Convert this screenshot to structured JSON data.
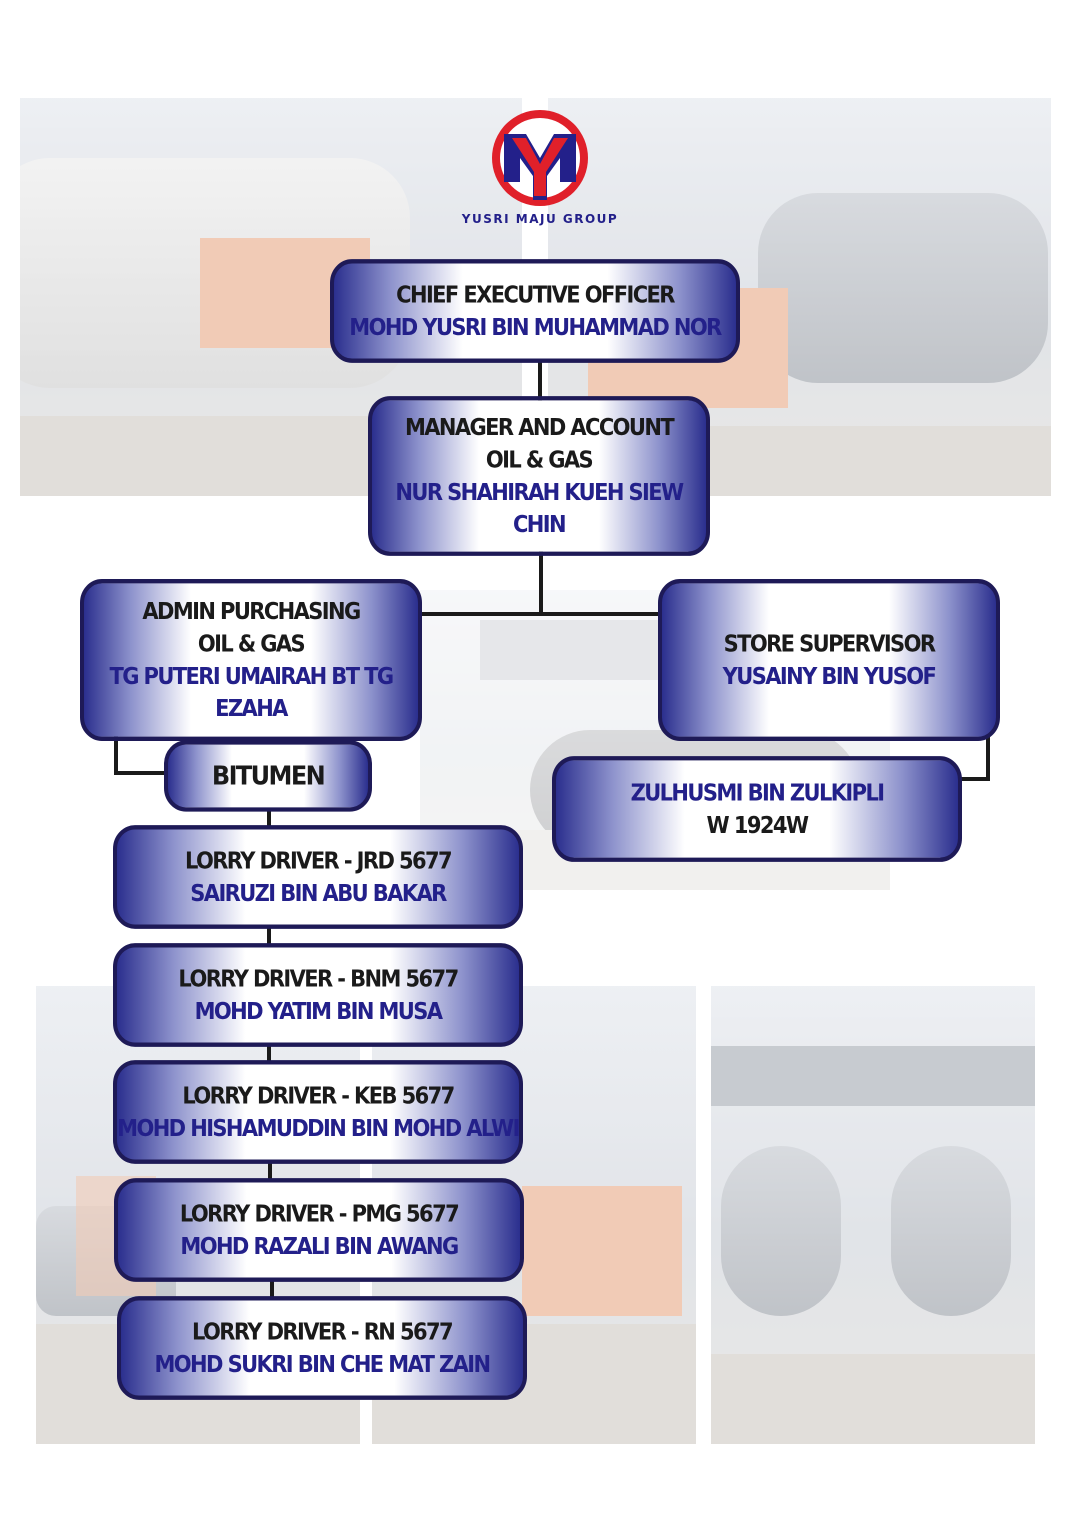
{
  "logo": {
    "text": "YUSRI MAJU GROUP",
    "colors": {
      "circle": "#e0202a",
      "mark": "#23208a"
    }
  },
  "colors": {
    "box_border": "#1e1a57",
    "title_text": "#1a1a1a",
    "name_text": "#23208a",
    "connector": "#1a1a1a"
  },
  "nodes": {
    "ceo": {
      "title": "CHIEF EXECUTIVE OFFICER",
      "name": "MOHD YUSRI BIN MUHAMMAD NOR"
    },
    "manager": {
      "title": "MANAGER AND ACCOUNT",
      "subtitle": "OIL & GAS",
      "name": "NUR SHAHIRAH KUEH SIEW CHIN"
    },
    "admin": {
      "title": "ADMIN PURCHASING",
      "subtitle": "OIL & GAS",
      "name": "TG PUTERI UMAIRAH BT TG EZAHA"
    },
    "store": {
      "title": "STORE SUPERVISOR",
      "name": "YUSAINY BIN YUSOF"
    },
    "bitumen": {
      "title": "BITUMEN"
    },
    "zulhusmi": {
      "name": "ZULHUSMI BIN ZULKIPLI",
      "title": "W 1924W"
    },
    "drivers": [
      {
        "title": "LORRY DRIVER - JRD 5677",
        "name": "SAIRUZI BIN ABU BAKAR"
      },
      {
        "title": "LORRY DRIVER - BNM 5677",
        "name": "MOHD YATIM BIN MUSA"
      },
      {
        "title": "LORRY DRIVER - KEB 5677",
        "name": "MOHD HISHAMUDDIN BIN MOHD ALWI"
      },
      {
        "title": "LORRY DRIVER - PMG 5677",
        "name": "MOHD RAZALI BIN AWANG"
      },
      {
        "title": "LORRY DRIVER - RN 5677",
        "name": "MOHD SUKRI BIN CHE MAT ZAIN"
      }
    ]
  }
}
